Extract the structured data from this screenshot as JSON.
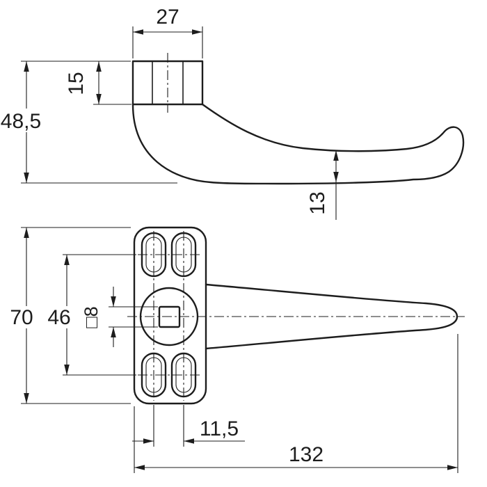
{
  "colors": {
    "line_color": "#1d1d1d",
    "background": "#ffffff"
  },
  "side_view": {
    "dims": {
      "spindle_width": "27",
      "overall_height": "48,5",
      "neck_depth": "15",
      "lever_thickness": "13"
    }
  },
  "plan_view": {
    "dims": {
      "plate_length": "70",
      "hole_row_spacing": "46",
      "spindle_square": "□8",
      "hole_pair_spacing": "11,5",
      "overall_length": "132"
    }
  }
}
